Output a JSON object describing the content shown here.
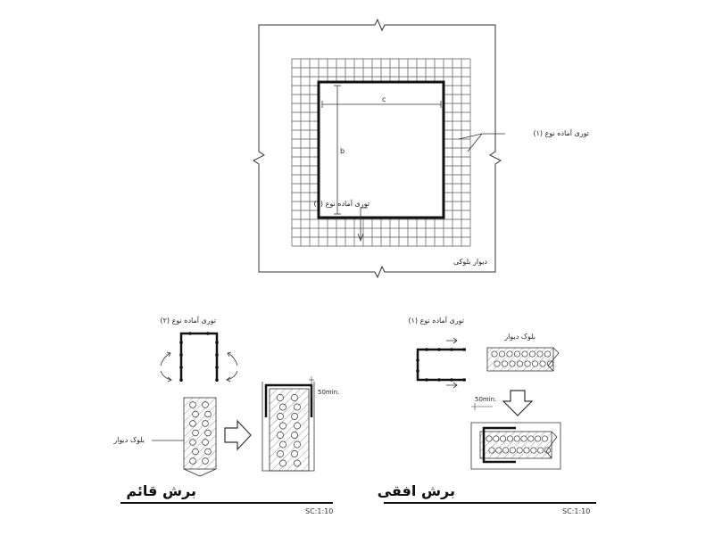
{
  "plan": {
    "dim_c": "c",
    "dim_b": "b",
    "mesh_type1": "توری آماده نوع (۱)",
    "mesh_type2": "توری آماده نوع (۲)",
    "wall_label": "دیوار بلوکی"
  },
  "vertical_section": {
    "mesh_label": "توری آماده نوع (۲)",
    "block_wall_label": "بلوک دیوار",
    "min_overlap": "50min.",
    "title": "برش قائم",
    "scale": "SC:1:10"
  },
  "horizontal_section": {
    "mesh_label": "توری آماده نوع (۱)",
    "block_wall_label": "بلوک دیوار",
    "min_overlap": "50min.",
    "title": "برش افقی",
    "scale": "SC:1:10"
  }
}
